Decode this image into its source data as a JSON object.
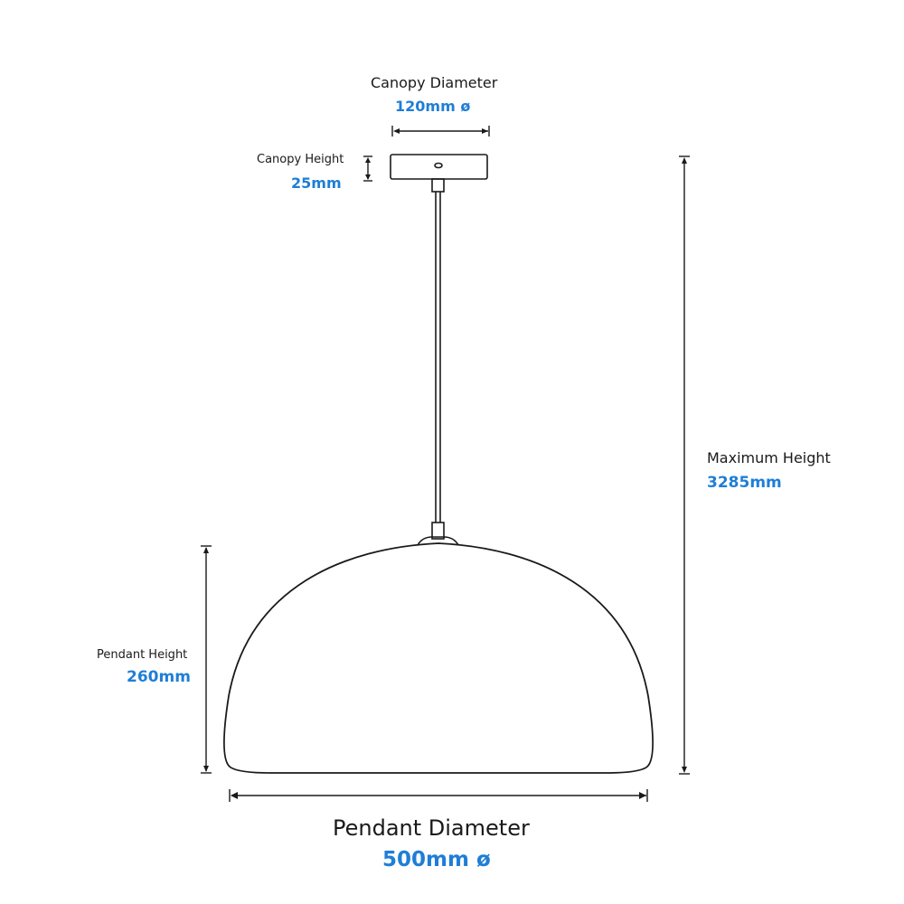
{
  "colors": {
    "line": "#1a1a1a",
    "accent": "#1f7ed6"
  },
  "dimensions": {
    "canopy_diameter": {
      "label": "Canopy Diameter",
      "value": "120mm ø"
    },
    "canopy_height": {
      "label": "Canopy Height",
      "value": "25mm"
    },
    "maximum_height": {
      "label": "Maximum Height",
      "value": "3285mm"
    },
    "pendant_height": {
      "label": "Pendant Height",
      "value": "260mm"
    },
    "pendant_diameter": {
      "label": "Pendant Diameter",
      "value": "500mm ø"
    }
  }
}
